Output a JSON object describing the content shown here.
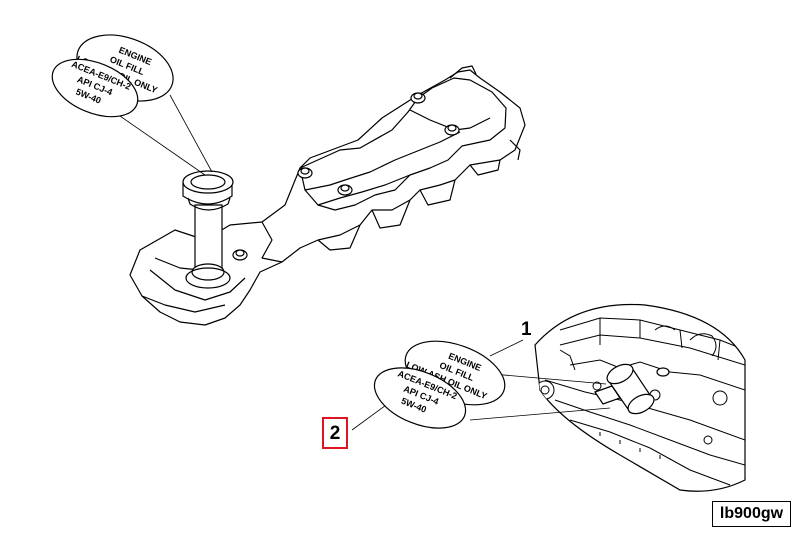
{
  "labels": {
    "top_oval": [
      "ENGINE",
      "OIL FILL",
      "LOW ASH OIL ONLY"
    ],
    "bottom_oval": [
      "ACEA-E9/CH-2",
      "API CJ-4",
      "5W-40"
    ]
  },
  "callouts": {
    "item_1": "1",
    "item_2": "2"
  },
  "reference_code": "lb900gw",
  "colors": {
    "highlight": "#e0141e",
    "line": "#000000"
  }
}
